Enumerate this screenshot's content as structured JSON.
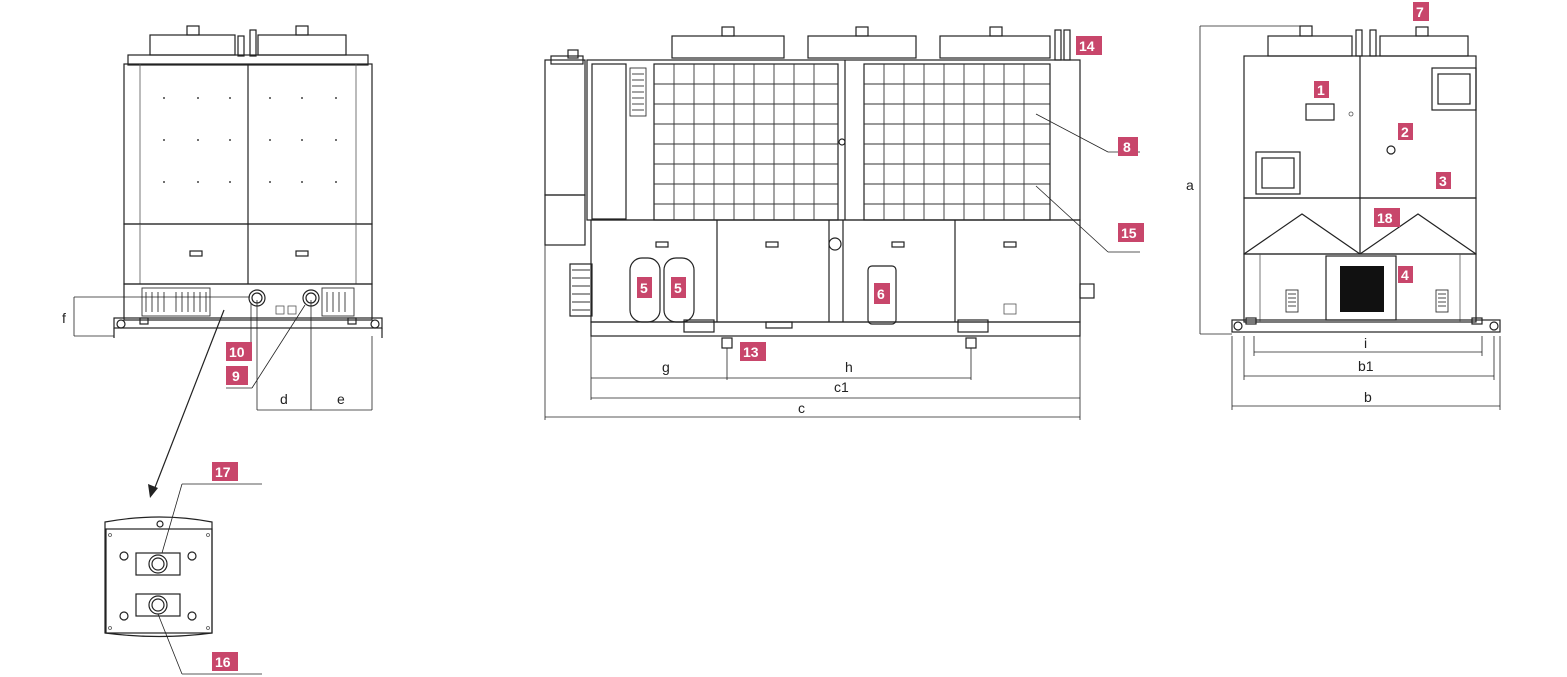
{
  "callouts": {
    "c1": "1",
    "c2": "2",
    "c3": "3",
    "c4": "4",
    "c5a": "5",
    "c5b": "5",
    "c6": "6",
    "c7": "7",
    "c8": "8",
    "c9": "9",
    "c10": "10",
    "c13": "13",
    "c14": "14",
    "c15": "15",
    "c16": "16",
    "c17": "17",
    "c18": "18"
  },
  "dimensions": {
    "a": "a",
    "b": "b",
    "b1": "b1",
    "c": "c",
    "c1": "c1",
    "d": "d",
    "e": "e",
    "f": "f",
    "g": "g",
    "h": "h",
    "i": "i"
  },
  "colors": {
    "callout": "#c8466b",
    "line": "#222222"
  }
}
